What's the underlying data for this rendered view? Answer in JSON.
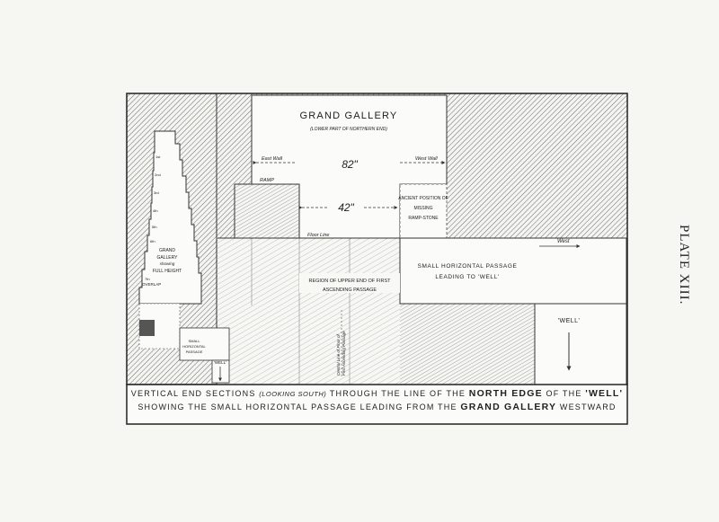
{
  "plate_label": "PLATE XIII.",
  "gallery": {
    "title": "GRAND GALLERY",
    "subtitle": "(LOWER PART OF NORTHERN END)"
  },
  "walls": {
    "east": "East Wall",
    "west": "West Wall",
    "west_short": "West"
  },
  "widths": {
    "upper": "82\"",
    "lower": "42\""
  },
  "labels": {
    "ramp": "RAMP",
    "floor_line": "Floor Line",
    "ramp_stone": [
      "ANCIENT POSITION OF",
      "MISSING",
      "RAMP-STONE"
    ],
    "small_passage": [
      "SMALL HORIZONTAL PASSAGE",
      "LEADING TO 'WELL'"
    ],
    "ascending": [
      "REGION OF UPPER END OF FIRST",
      "ASCENDING PASSAGE"
    ],
    "well": "'WELL'",
    "central_line": [
      "Central Line of Floor of",
      "First Ascending Passage"
    ]
  },
  "side_section": {
    "gallery": [
      "GRAND",
      "GALLERY",
      "showing",
      "FULL HEIGHT"
    ],
    "overlap": "OVERLAP",
    "small_passage": [
      "SMALL",
      "HORIZONTAL",
      "PASSAGE"
    ],
    "well": "'WELL'",
    "marks": [
      "1st",
      "2nd",
      "3rd",
      "4th",
      "5th",
      "6th",
      "7th"
    ]
  },
  "caption": {
    "line1_pre": "VERTICAL END SECTIONS",
    "line1_paren": "(LOOKING SOUTH)",
    "line1_mid": "THROUGH THE LINE OF THE",
    "line1_bold": "NORTH EDGE",
    "line1_mid2": "OF THE",
    "line1_end": "'WELL'",
    "line2_pre": "SHOWING THE SMALL HORIZONTAL PASSAGE LEADING FROM THE",
    "line2_bold": "GRAND GALLERY",
    "line2_end": "WESTWARD"
  }
}
